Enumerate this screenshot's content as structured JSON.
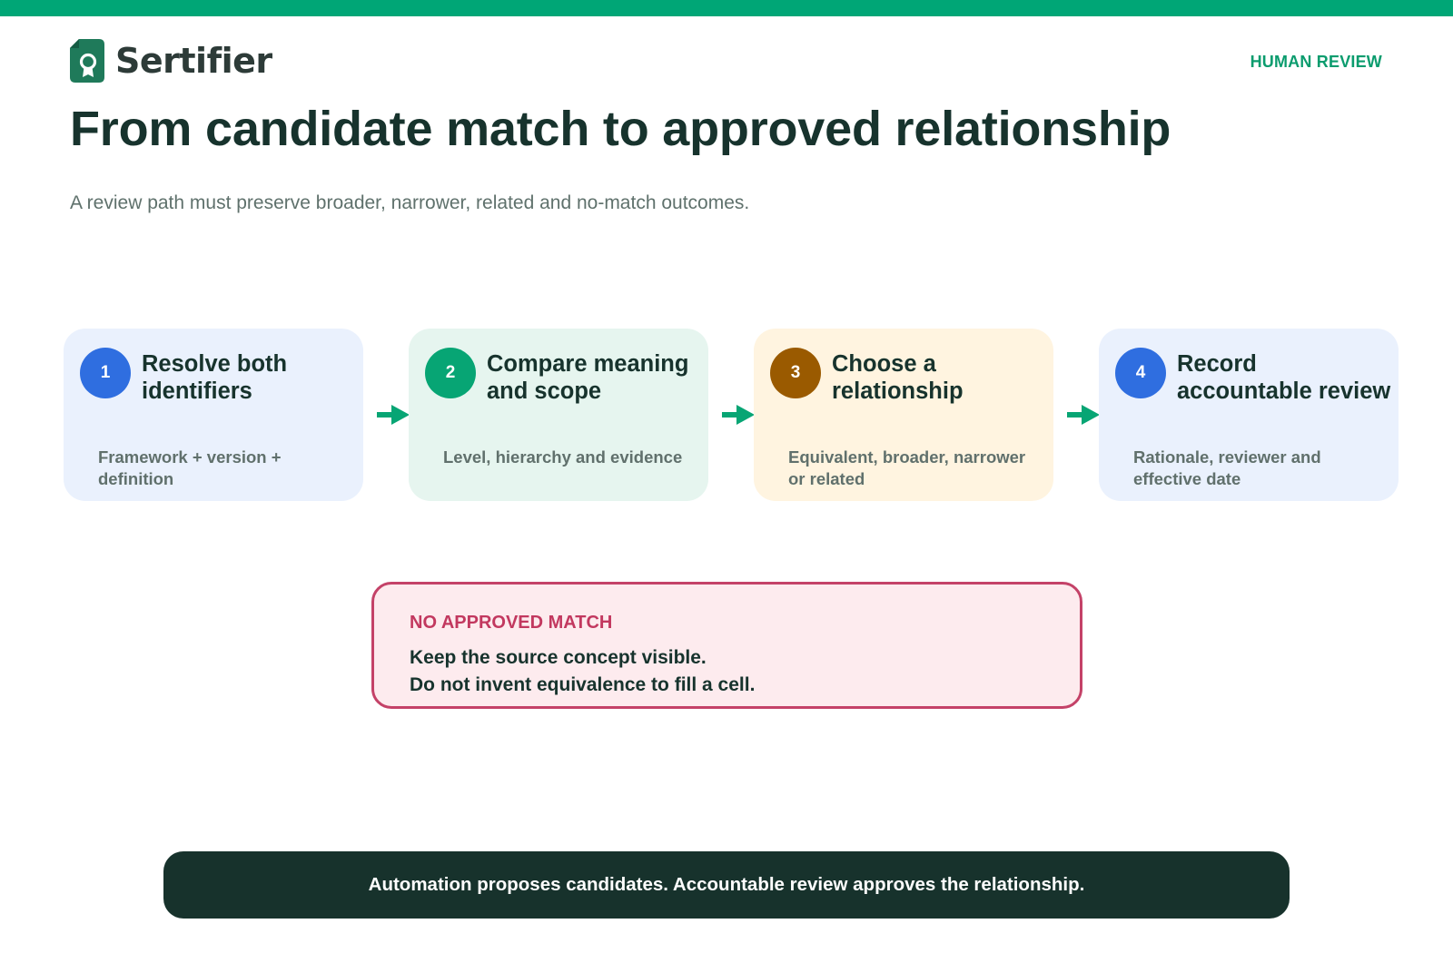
{
  "header": {
    "brand": "Sertifier",
    "eyebrow": "HUMAN REVIEW",
    "title": "From candidate match to approved relationship",
    "subtitle": "A review path must preserve broader, narrower, related and no-match outcomes."
  },
  "steps": [
    {
      "number": "1",
      "title": "Resolve both identifiers",
      "description": "Framework + version + definition",
      "color": "#2f6ee0",
      "background": "#eaf1fd"
    },
    {
      "number": "2",
      "title": "Compare meaning and scope",
      "description": "Level, hierarchy and evidence",
      "color": "#07a574",
      "background": "#e6f5ef"
    },
    {
      "number": "3",
      "title": "Choose a relationship",
      "description": "Equivalent, broader, narrower or related",
      "color": "#9a5a00",
      "background": "#fff4e0"
    },
    {
      "number": "4",
      "title": "Record accountable review",
      "description": "Rationale, reviewer and effective date",
      "color": "#2f6ee0",
      "background": "#eaf1fd"
    }
  ],
  "alert": {
    "title": "NO APPROVED MATCH",
    "line1": "Keep the source concept visible.",
    "line2": "Do not invent equivalence to fill a cell.",
    "color": "#c44268"
  },
  "footer": {
    "text": "Automation proposes candidates. Accountable review approves the relationship."
  },
  "colors": {
    "accent": "#00a676",
    "dark": "#17322c"
  }
}
